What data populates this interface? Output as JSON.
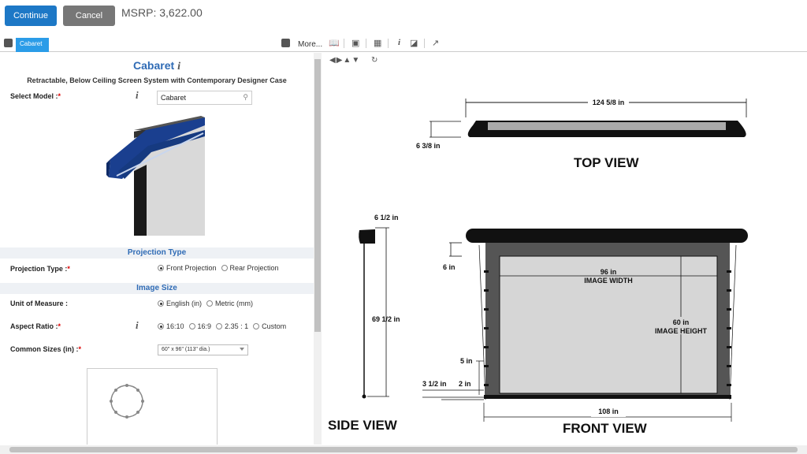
{
  "toolbar": {
    "continue_label": "Continue",
    "cancel_label": "Cancel",
    "msrp": "MSRP: 3,622.00"
  },
  "tabs": {
    "active_label": "Cabaret",
    "more_label": "More..."
  },
  "product": {
    "title": "Cabaret",
    "subtitle": "Retractable, Below Ceiling Screen System with Contemporary Designer Case"
  },
  "form": {
    "select_model_label": "Select Model :",
    "select_model_value": "Cabaret",
    "projection_section": "Projection Type",
    "projection_label": "Projection Type :",
    "projection_options": [
      "Front Projection",
      "Rear Projection"
    ],
    "projection_selected": "Front Projection",
    "image_size_section": "Image Size",
    "unit_label": "Unit of Measure :",
    "unit_options": [
      "English (in)",
      "Metric (mm)"
    ],
    "unit_selected": "English (in)",
    "aspect_label": "Aspect Ratio :",
    "aspect_options": [
      "16:10",
      "16:9",
      "2.35 : 1",
      "Custom"
    ],
    "aspect_selected": "16:10",
    "common_sizes_label": "Common Sizes (in) :",
    "common_sizes_value": "60\" x 96\" (113\" dia.)"
  },
  "drawing": {
    "top_width": "124 5/8 in",
    "top_height": "6 3/8 in",
    "top_view_label": "TOP VIEW",
    "side_depth": "6 1/2 in",
    "side_height": "69 1/2 in",
    "side_view_label": "SIDE VIEW",
    "front_drop": "6 in",
    "image_width": "96 in",
    "image_width_label": "IMAGE WIDTH",
    "image_height": "60 in",
    "image_height_label": "IMAGE HEIGHT",
    "border_bottom": "5 in",
    "bottom_left_a": "3 1/2 in",
    "bottom_left_b": "2 in",
    "total_width": "108 in",
    "front_view_label": "FRONT VIEW"
  },
  "colors": {
    "primary": "#1d78c6",
    "secondary": "#777777",
    "tab_active": "#2b9ce8",
    "section_text": "#2f6bb5",
    "required": "#dd0000"
  }
}
